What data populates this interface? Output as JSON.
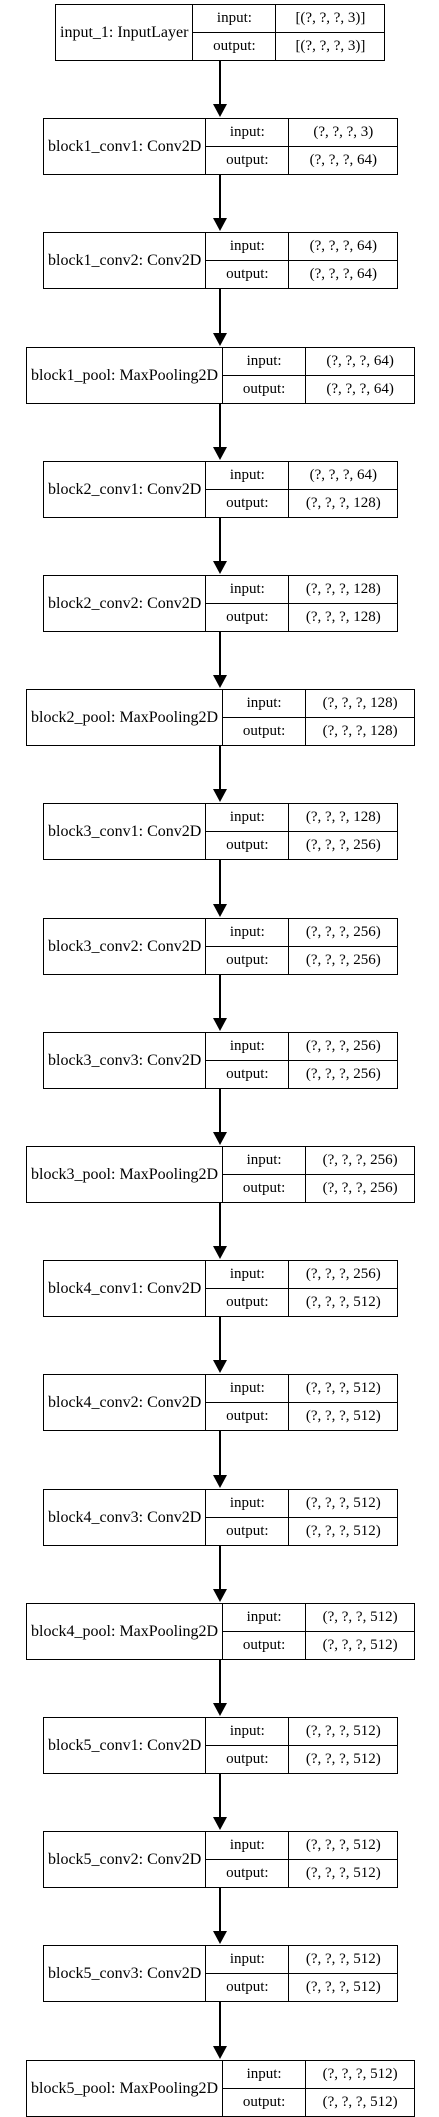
{
  "labels": {
    "input": "input:",
    "output": "output:"
  },
  "layers": [
    {
      "name": "input_1: InputLayer",
      "input": "[(?, ?, ?, 3)]",
      "output": "[(?, ?, ?, 3)]"
    },
    {
      "name": "block1_conv1: Conv2D",
      "input": "(?, ?, ?, 3)",
      "output": "(?, ?, ?, 64)"
    },
    {
      "name": "block1_conv2: Conv2D",
      "input": "(?, ?, ?, 64)",
      "output": "(?, ?, ?, 64)"
    },
    {
      "name": "block1_pool: MaxPooling2D",
      "input": "(?, ?, ?, 64)",
      "output": "(?, ?, ?, 64)"
    },
    {
      "name": "block2_conv1: Conv2D",
      "input": "(?, ?, ?, 64)",
      "output": "(?, ?, ?, 128)"
    },
    {
      "name": "block2_conv2: Conv2D",
      "input": "(?, ?, ?, 128)",
      "output": "(?, ?, ?, 128)"
    },
    {
      "name": "block2_pool: MaxPooling2D",
      "input": "(?, ?, ?, 128)",
      "output": "(?, ?, ?, 128)"
    },
    {
      "name": "block3_conv1: Conv2D",
      "input": "(?, ?, ?, 128)",
      "output": "(?, ?, ?, 256)"
    },
    {
      "name": "block3_conv2: Conv2D",
      "input": "(?, ?, ?, 256)",
      "output": "(?, ?, ?, 256)"
    },
    {
      "name": "block3_conv3: Conv2D",
      "input": "(?, ?, ?, 256)",
      "output": "(?, ?, ?, 256)"
    },
    {
      "name": "block3_pool: MaxPooling2D",
      "input": "(?, ?, ?, 256)",
      "output": "(?, ?, ?, 256)"
    },
    {
      "name": "block4_conv1: Conv2D",
      "input": "(?, ?, ?, 256)",
      "output": "(?, ?, ?, 512)"
    },
    {
      "name": "block4_conv2: Conv2D",
      "input": "(?, ?, ?, 512)",
      "output": "(?, ?, ?, 512)"
    },
    {
      "name": "block4_conv3: Conv2D",
      "input": "(?, ?, ?, 512)",
      "output": "(?, ?, ?, 512)"
    },
    {
      "name": "block4_pool: MaxPooling2D",
      "input": "(?, ?, ?, 512)",
      "output": "(?, ?, ?, 512)"
    },
    {
      "name": "block5_conv1: Conv2D",
      "input": "(?, ?, ?, 512)",
      "output": "(?, ?, ?, 512)"
    },
    {
      "name": "block5_conv2: Conv2D",
      "input": "(?, ?, ?, 512)",
      "output": "(?, ?, ?, 512)"
    },
    {
      "name": "block5_conv3: Conv2D",
      "input": "(?, ?, ?, 512)",
      "output": "(?, ?, ?, 512)"
    },
    {
      "name": "block5_pool: MaxPooling2D",
      "input": "(?, ?, ?, 512)",
      "output": "(?, ?, ?, 512)"
    }
  ]
}
